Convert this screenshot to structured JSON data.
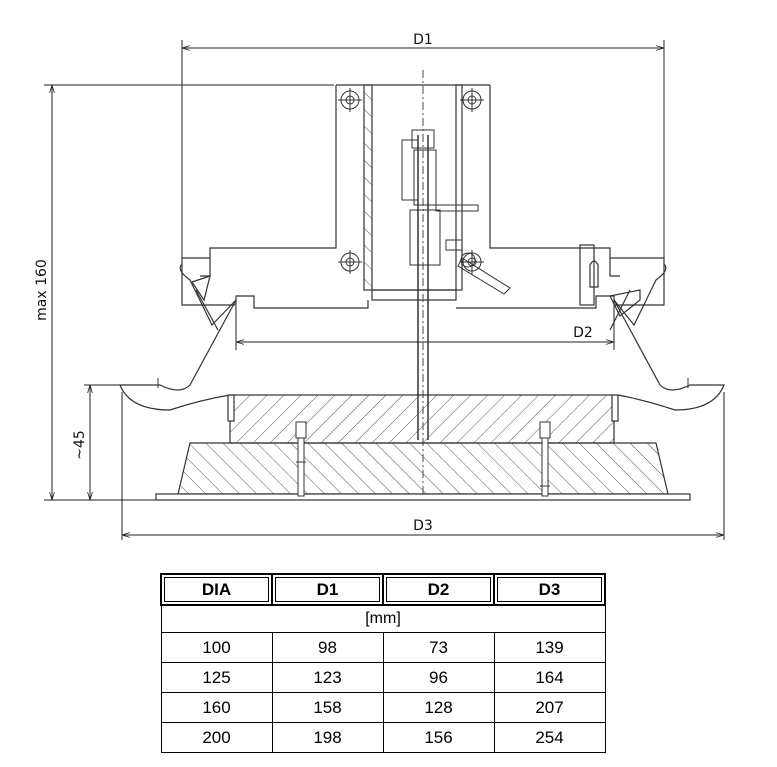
{
  "dimensions": {
    "d1": "D1",
    "d2": "D2",
    "d3": "D3",
    "height_max": "max 160",
    "height_small": "~45"
  },
  "table": {
    "headers": [
      "DIA",
      "D1",
      "D2",
      "D3"
    ],
    "unit": "[mm]",
    "rows": [
      [
        "100",
        "98",
        "73",
        "139"
      ],
      [
        "125",
        "123",
        "96",
        "164"
      ],
      [
        "160",
        "158",
        "128",
        "207"
      ],
      [
        "200",
        "198",
        "156",
        "254"
      ]
    ]
  }
}
